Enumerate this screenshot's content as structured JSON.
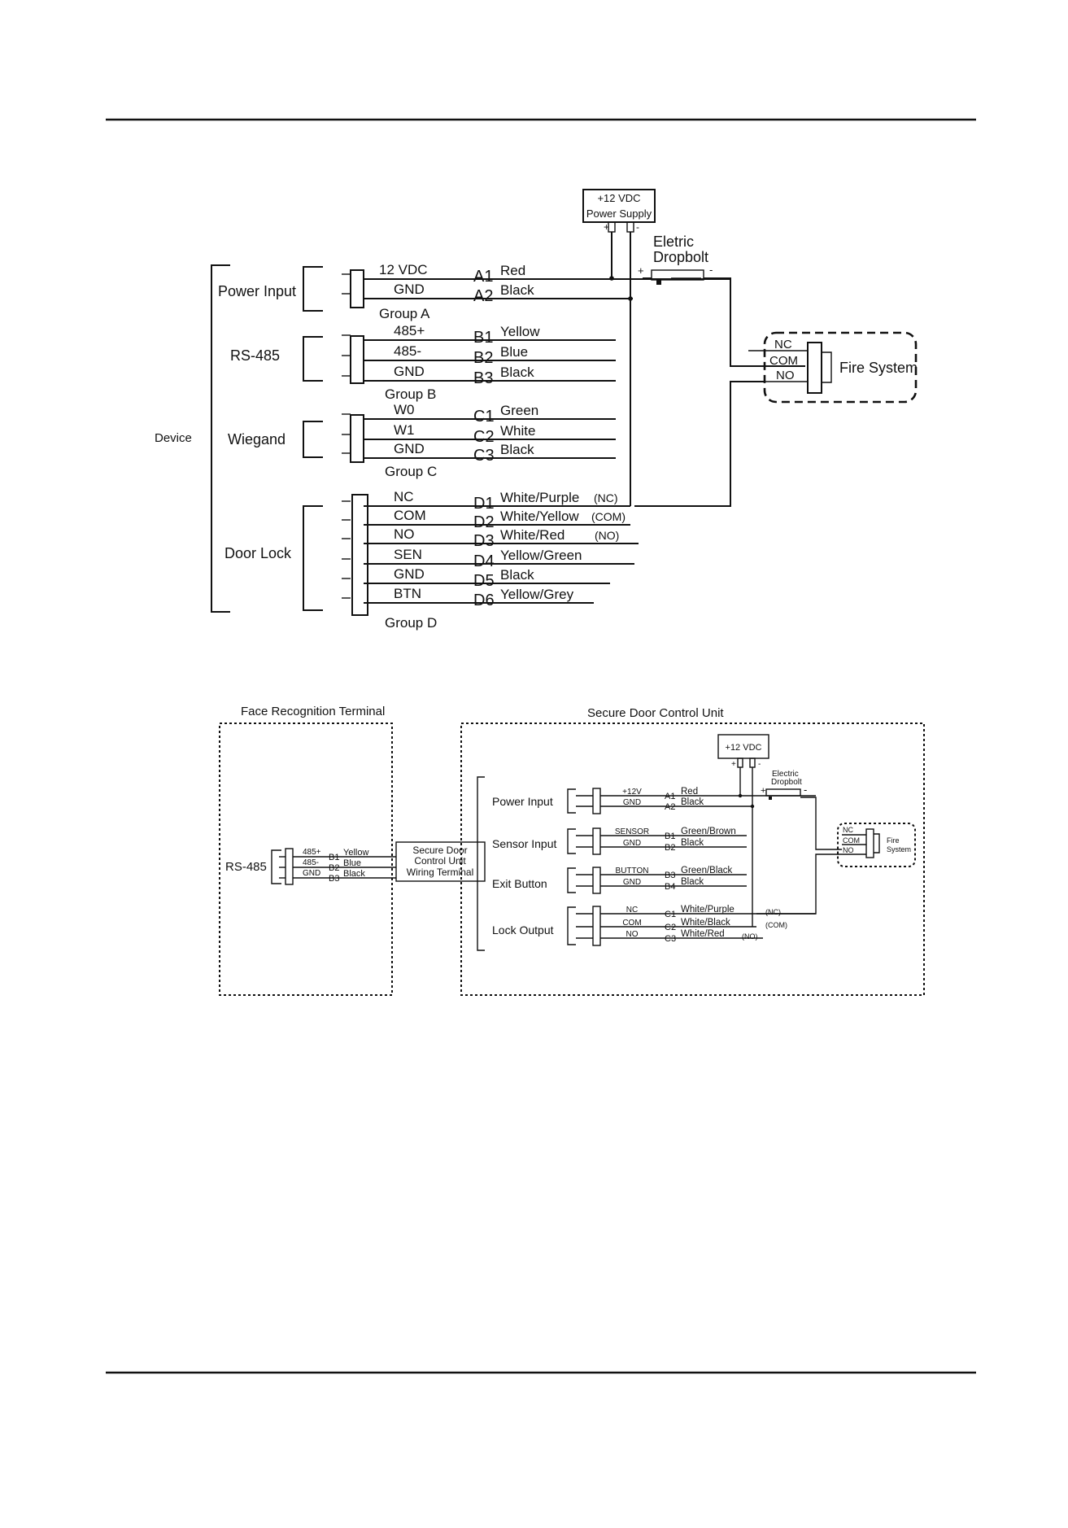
{
  "diagram1": {
    "device": "Device",
    "power_supply": {
      "line1": "+12 VDC",
      "line2": "Power Supply",
      "plus": "+",
      "minus": "-"
    },
    "dropbolt": {
      "line1": "Eletric",
      "line2": "Dropbolt",
      "plus": "+",
      "minus": "-"
    },
    "fire_system": {
      "label": "Fire System",
      "nc": "NC",
      "com": "COM",
      "no": "NO"
    },
    "groups": [
      {
        "name": "Power Input",
        "group": "Group A",
        "wires": [
          {
            "pin": "12 VDC",
            "id": "A1",
            "color": "Red",
            "note": ""
          },
          {
            "pin": "GND",
            "id": "A2",
            "color": "Black",
            "note": ""
          }
        ]
      },
      {
        "name": "RS-485",
        "group": "Group B",
        "wires": [
          {
            "pin": "485+",
            "id": "B1",
            "color": "Yellow",
            "note": ""
          },
          {
            "pin": "485-",
            "id": "B2",
            "color": "Blue",
            "note": ""
          },
          {
            "pin": "GND",
            "id": "B3",
            "color": "Black",
            "note": ""
          }
        ]
      },
      {
        "name": "Wiegand",
        "group": "Group C",
        "wires": [
          {
            "pin": "W0",
            "id": "C1",
            "color": "Green",
            "note": ""
          },
          {
            "pin": "W1",
            "id": "C2",
            "color": "White",
            "note": ""
          },
          {
            "pin": "GND",
            "id": "C3",
            "color": "Black",
            "note": ""
          }
        ]
      },
      {
        "name": "Door Lock",
        "group": "Group D",
        "wires": [
          {
            "pin": "NC",
            "id": "D1",
            "color": "White/Purple",
            "note": "(NC)"
          },
          {
            "pin": "COM",
            "id": "D2",
            "color": "White/Yellow",
            "note": "(COM)"
          },
          {
            "pin": "NO",
            "id": "D3",
            "color": "White/Red",
            "note": "(NO)"
          },
          {
            "pin": "SEN",
            "id": "D4",
            "color": "Yellow/Green",
            "note": ""
          },
          {
            "pin": "GND",
            "id": "D5",
            "color": "Black",
            "note": ""
          },
          {
            "pin": "BTN",
            "id": "D6",
            "color": "Yellow/Grey",
            "note": ""
          }
        ]
      }
    ]
  },
  "diagram2": {
    "frt_title": "Face Recognition Terminal",
    "sdcu_title": "Secure Door Control Unit",
    "rs485": {
      "name": "RS-485",
      "wires": [
        {
          "pin": "485+",
          "id": "B1",
          "color": "Yellow"
        },
        {
          "pin": "485-",
          "id": "B2",
          "color": "Blue"
        },
        {
          "pin": "GND",
          "id": "B3",
          "color": "Black"
        }
      ]
    },
    "wiring_terminal": {
      "line1": "Secure Door",
      "line2": "Control Unit",
      "line3": "Wiring Terminal"
    },
    "power_supply": {
      "label": "+12 VDC",
      "plus": "+",
      "minus": "-"
    },
    "dropbolt": {
      "line1": "Electric",
      "line2": "Dropbolt",
      "plus": "+",
      "minus": "-"
    },
    "fire_system": {
      "line1": "Fire",
      "line2": "System",
      "nc": "NC",
      "com": "COM",
      "no": "NO"
    },
    "groups": [
      {
        "name": "Power Input",
        "wires": [
          {
            "pin": "+12V",
            "id": "A1",
            "color": "Red",
            "note": ""
          },
          {
            "pin": "GND",
            "id": "A2",
            "color": "Black",
            "note": ""
          }
        ]
      },
      {
        "name": "Sensor Input",
        "wires": [
          {
            "pin": "SENSOR",
            "id": "B1",
            "color": "Green/Brown",
            "note": ""
          },
          {
            "pin": "GND",
            "id": "B2",
            "color": "Black",
            "note": ""
          }
        ]
      },
      {
        "name": "Exit Button",
        "wires": [
          {
            "pin": "BUTTON",
            "id": "B3",
            "color": "Green/Black",
            "note": ""
          },
          {
            "pin": "GND",
            "id": "B4",
            "color": "Black",
            "note": ""
          }
        ]
      },
      {
        "name": "Lock Output",
        "wires": [
          {
            "pin": "NC",
            "id": "C1",
            "color": "White/Purple",
            "note": "(NC)"
          },
          {
            "pin": "COM",
            "id": "C2",
            "color": "White/Black",
            "note": "(COM)"
          },
          {
            "pin": "NO",
            "id": "C3",
            "color": "White/Red",
            "note": "(NO)"
          }
        ]
      }
    ]
  }
}
